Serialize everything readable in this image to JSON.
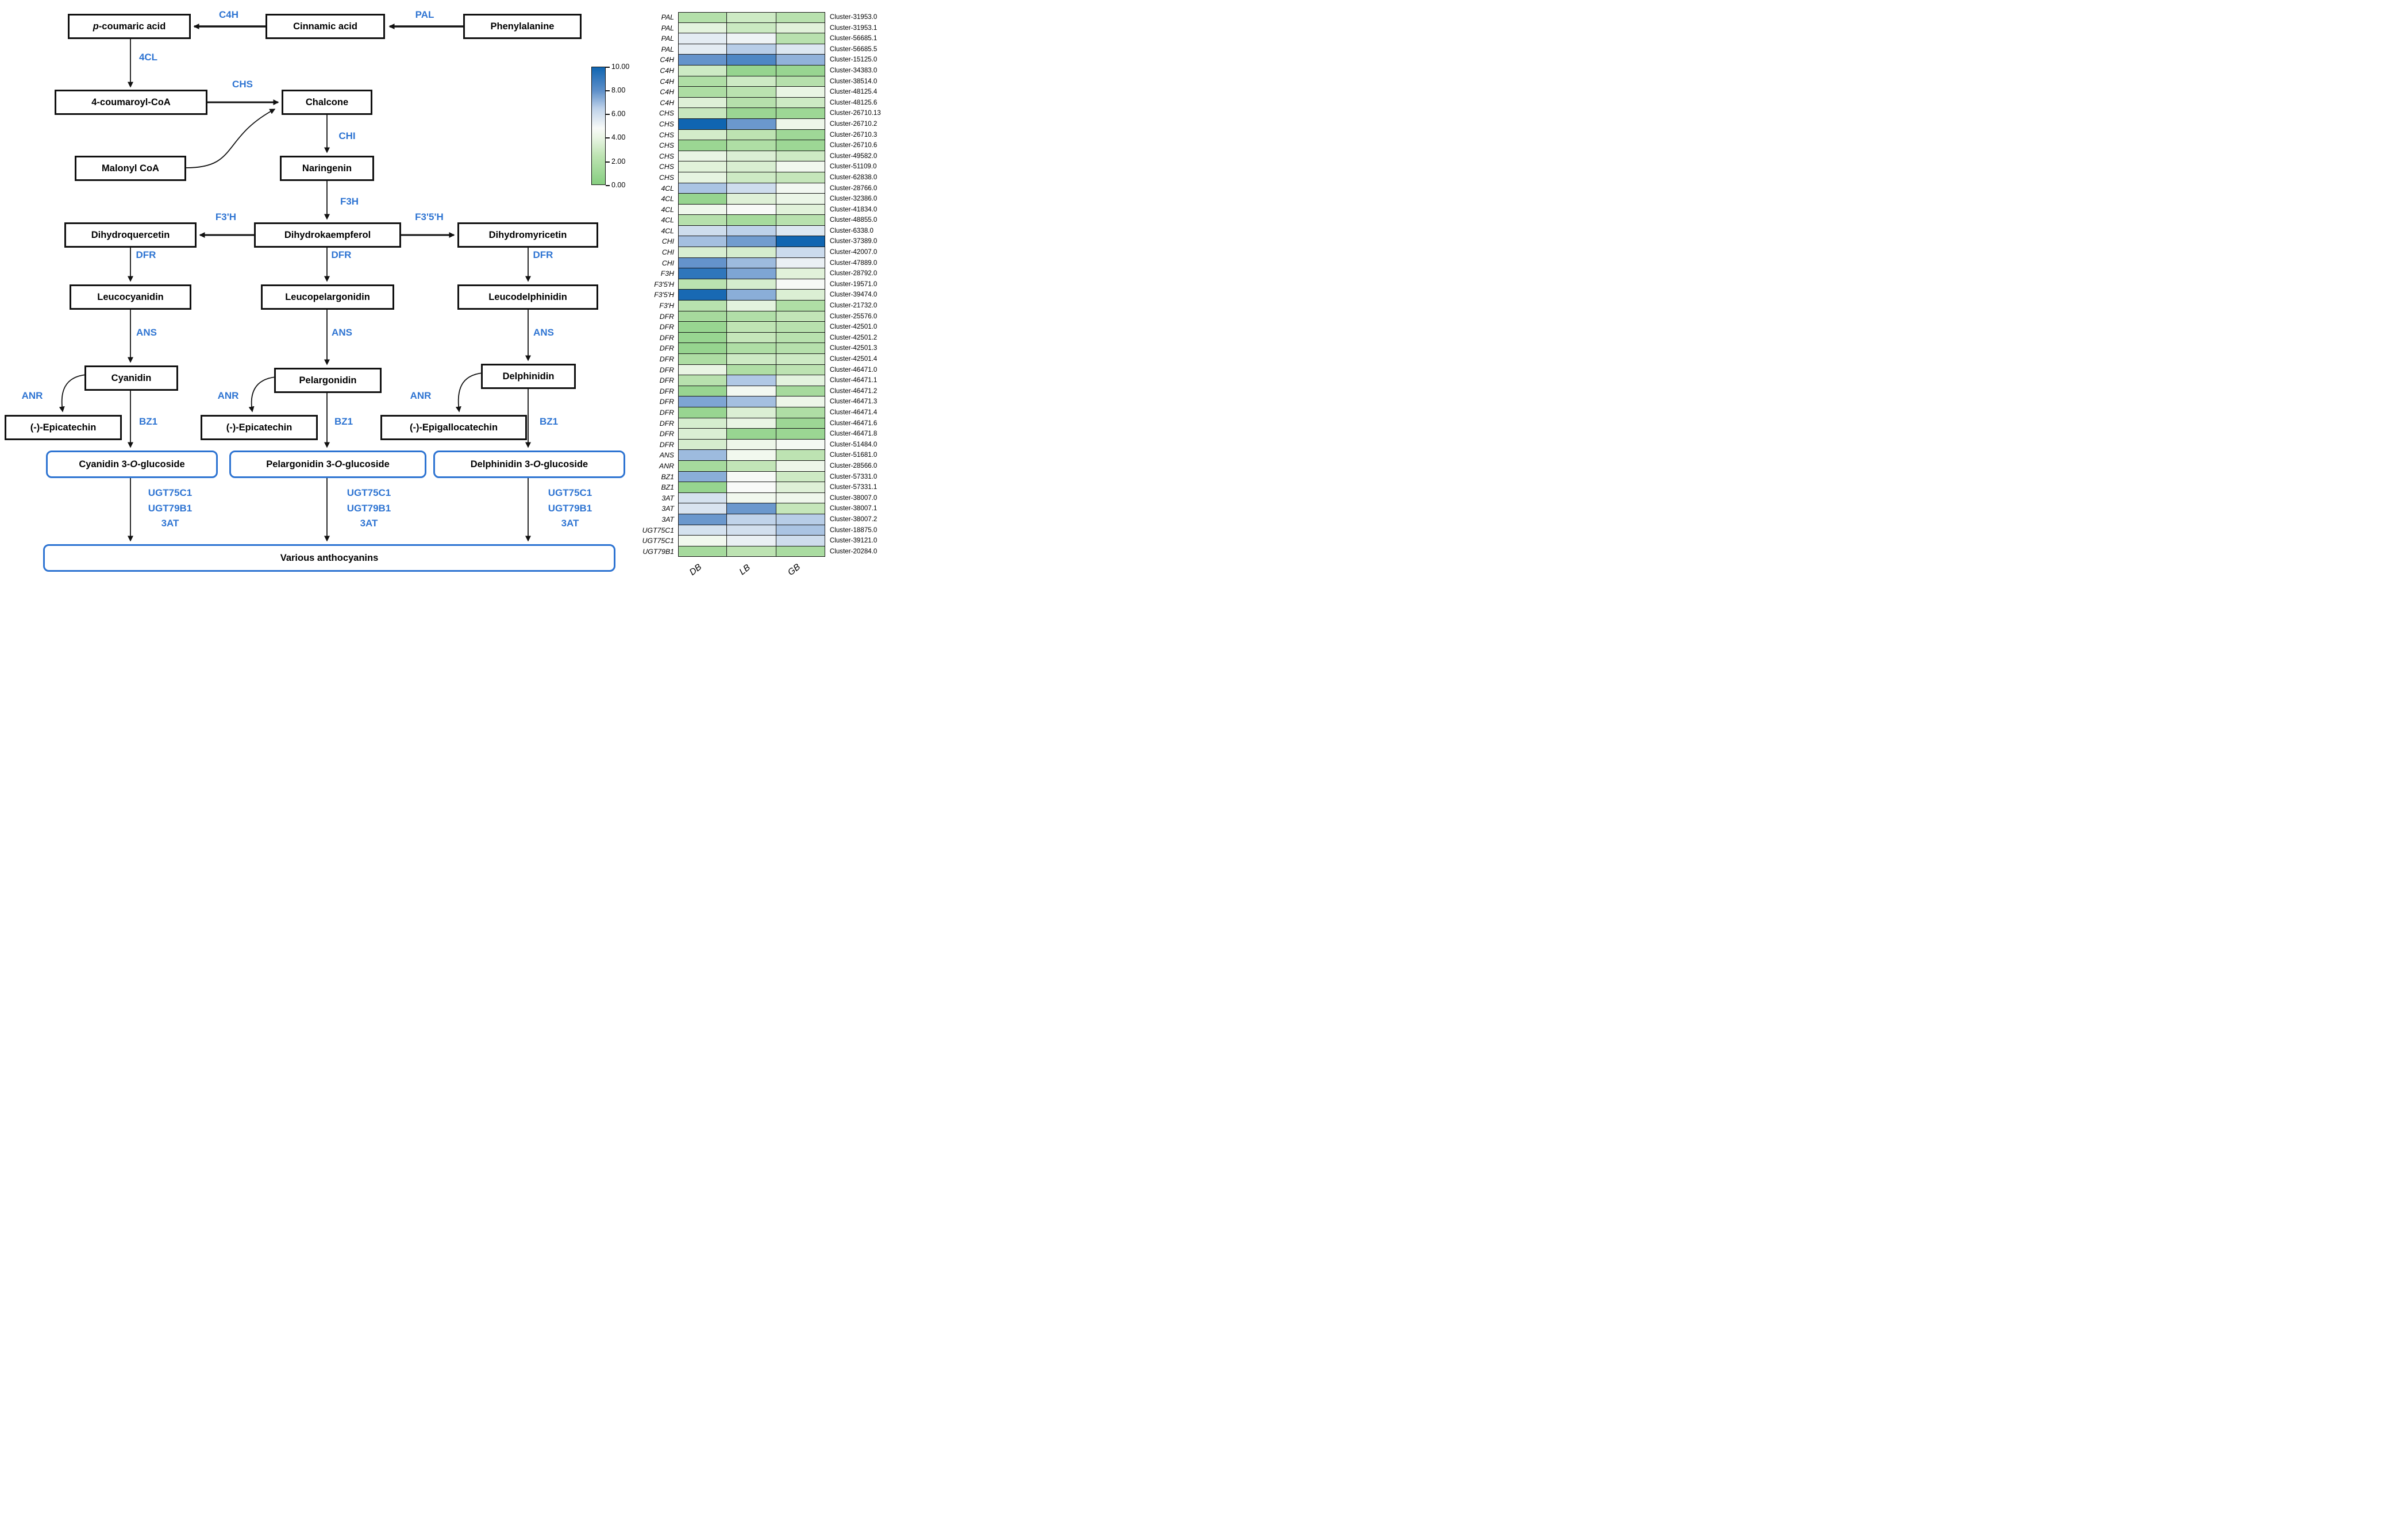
{
  "colors": {
    "enzyme_blue": "#2e74d2",
    "glucoside_box_border": "#2e74d2",
    "box_border": "#111111",
    "heatmap_low_green": "#86ce80",
    "heatmap_mid_white": "#f8faf8",
    "heatmap_high_blue": "#1065b1"
  },
  "pathway": {
    "nodes": {
      "phenylalanine": "Phenylalanine",
      "cinnamic_acid": "Cinnamic acid",
      "p_coumaric_acid": {
        "p": "p",
        "rest": "-coumaric acid"
      },
      "coumaroyl_coa": "4-coumaroyl-CoA",
      "chalcone": "Chalcone",
      "malonyl_coa": "Malonyl CoA",
      "naringenin": "Naringenin",
      "dihydroquercetin": "Dihydroquercetin",
      "dihydrokaempferol": "Dihydrokaempferol",
      "dihydromyricetin": "Dihydromyricetin",
      "leucocyanidin": "Leucocyanidin",
      "leucopelargonidin": "Leucopelargonidin",
      "leucodelphinidin": "Leucodelphinidin",
      "cyanidin": "Cyanidin",
      "pelargonidin": "Pelargonidin",
      "delphinidin": "Delphinidin",
      "epicatechin_1": "(-)-Epicatechin",
      "epicatechin_2": "(-)-Epicatechin",
      "epigallocatechin": "(-)-Epigallocatechin",
      "cyanidin_glucoside": {
        "prefix": "Cyanidin 3-",
        "o": "O",
        "suffix": "-glucoside"
      },
      "pelargonidin_glucoside": {
        "prefix": "Pelargonidin 3-",
        "o": "O",
        "suffix": "-glucoside"
      },
      "delphinidin_glucoside": {
        "prefix": "Delphinidin 3-",
        "o": "O",
        "suffix": "-glucoside"
      },
      "various_anthocyanins": "Various anthocyanins"
    },
    "enzymes": {
      "pal": "PAL",
      "c4h": "C4H",
      "cl4": "4CL",
      "chs": "CHS",
      "chi": "CHI",
      "f3h": "F3H",
      "f3ph": "F3'H",
      "f35h": "F3'5'H",
      "dfr": "DFR",
      "ans": "ANS",
      "anr": "ANR",
      "bz1": "BZ1",
      "ugt_stack": [
        "UGT75C1",
        "UGT79B1",
        "3AT"
      ]
    }
  },
  "chart_data": {
    "type": "heatmap",
    "columns": [
      "DB",
      "LB",
      "GB"
    ],
    "colorbar": {
      "min": 0,
      "max": 10,
      "ticks": [
        "10.00",
        "8.00",
        "6.00",
        "4.00",
        "2.00",
        "0.00"
      ],
      "colormap": "green(0) -> white(~4.8) -> blue(10)",
      "position": "left of heatmap, vertical"
    },
    "rows": [
      {
        "gene": "PAL",
        "cluster": "Cluster-31953.0",
        "values": [
          2.0,
          3.0,
          2.2
        ]
      },
      {
        "gene": "PAL",
        "cluster": "Cluster-31953.1",
        "values": [
          3.8,
          2.9,
          3.7
        ]
      },
      {
        "gene": "PAL",
        "cluster": "Cluster-56685.1",
        "values": [
          5.4,
          5.1,
          2.2
        ]
      },
      {
        "gene": "PAL",
        "cluster": "Cluster-56685.5",
        "values": [
          5.4,
          6.6,
          5.6
        ]
      },
      {
        "gene": "C4H",
        "cluster": "Cluster-15125.0",
        "values": [
          7.9,
          8.4,
          7.2
        ]
      },
      {
        "gene": "C4H",
        "cluster": "Cluster-34383.0",
        "values": [
          3.0,
          0.7,
          0.8
        ]
      },
      {
        "gene": "C4H",
        "cluster": "Cluster-38514.0",
        "values": [
          1.8,
          3.0,
          2.1
        ]
      },
      {
        "gene": "C4H",
        "cluster": "Cluster-48125.4",
        "values": [
          1.7,
          2.3,
          4.0
        ]
      },
      {
        "gene": "C4H",
        "cluster": "Cluster-48125.6",
        "values": [
          3.6,
          2.1,
          3.0
        ]
      },
      {
        "gene": "CHS",
        "cluster": "Cluster-26710.13",
        "values": [
          2.8,
          0.9,
          1.0
        ]
      },
      {
        "gene": "CHS",
        "cluster": "Cluster-26710.2",
        "values": [
          10.0,
          7.8,
          4.2
        ]
      },
      {
        "gene": "CHS",
        "cluster": "Cluster-26710.3",
        "values": [
          3.2,
          2.4,
          1.1
        ]
      },
      {
        "gene": "CHS",
        "cluster": "Cluster-26710.6",
        "values": [
          0.9,
          1.8,
          1.0
        ]
      },
      {
        "gene": "CHS",
        "cluster": "Cluster-49582.0",
        "values": [
          4.0,
          3.5,
          3.0
        ]
      },
      {
        "gene": "CHS",
        "cluster": "Cluster-51109.0",
        "values": [
          3.7,
          3.4,
          4.4
        ]
      },
      {
        "gene": "CHS",
        "cluster": "Cluster-62838.0",
        "values": [
          3.9,
          3.0,
          2.7
        ]
      },
      {
        "gene": "4CL",
        "cluster": "Cluster-28766.0",
        "values": [
          6.8,
          6.0,
          4.5
        ]
      },
      {
        "gene": "4CL",
        "cluster": "Cluster-32386.0",
        "values": [
          0.7,
          3.6,
          4.1
        ]
      },
      {
        "gene": "4CL",
        "cluster": "Cluster-41834.0",
        "values": [
          4.3,
          4.8,
          3.7
        ]
      },
      {
        "gene": "4CL",
        "cluster": "Cluster-48855.0",
        "values": [
          2.1,
          1.4,
          2.2
        ]
      },
      {
        "gene": "4CL",
        "cluster": "Cluster-6338.0",
        "values": [
          6.0,
          6.5,
          5.6
        ]
      },
      {
        "gene": "CHI",
        "cluster": "Cluster-37389.0",
        "values": [
          6.9,
          7.7,
          10.0
        ]
      },
      {
        "gene": "CHI",
        "cluster": "Cluster-42007.0",
        "values": [
          3.4,
          3.3,
          6.1
        ]
      },
      {
        "gene": "CHI",
        "cluster": "Cluster-47889.0",
        "values": [
          7.9,
          7.0,
          5.2
        ]
      },
      {
        "gene": "F3H",
        "cluster": "Cluster-28792.0",
        "values": [
          9.2,
          7.5,
          3.7
        ]
      },
      {
        "gene": "F3'5'H",
        "cluster": "Cluster-19571.0",
        "values": [
          2.3,
          3.3,
          4.7
        ]
      },
      {
        "gene": "F3'5'H",
        "cluster": "Cluster-39474.0",
        "values": [
          9.8,
          7.3,
          3.5
        ]
      },
      {
        "gene": "F3'H",
        "cluster": "Cluster-21732.0",
        "values": [
          2.2,
          3.8,
          1.8
        ]
      },
      {
        "gene": "DFR",
        "cluster": "Cluster-25576.0",
        "values": [
          1.4,
          1.9,
          2.6
        ]
      },
      {
        "gene": "DFR",
        "cluster": "Cluster-42501.0",
        "values": [
          0.8,
          2.5,
          2.2
        ]
      },
      {
        "gene": "DFR",
        "cluster": "Cluster-42501.2",
        "values": [
          0.8,
          2.7,
          2.2
        ]
      },
      {
        "gene": "DFR",
        "cluster": "Cluster-42501.3",
        "values": [
          0.7,
          1.8,
          2.1
        ]
      },
      {
        "gene": "DFR",
        "cluster": "Cluster-42501.4",
        "values": [
          1.7,
          3.0,
          3.0
        ]
      },
      {
        "gene": "DFR",
        "cluster": "Cluster-46471.0",
        "values": [
          4.0,
          1.8,
          2.4
        ]
      },
      {
        "gene": "DFR",
        "cluster": "Cluster-46471.1",
        "values": [
          2.2,
          6.7,
          3.8
        ]
      },
      {
        "gene": "DFR",
        "cluster": "Cluster-46471.2",
        "values": [
          0.8,
          4.5,
          1.4
        ]
      },
      {
        "gene": "DFR",
        "cluster": "Cluster-46471.3",
        "values": [
          7.5,
          6.9,
          4.2
        ]
      },
      {
        "gene": "DFR",
        "cluster": "Cluster-46471.4",
        "values": [
          0.8,
          3.5,
          1.8
        ]
      },
      {
        "gene": "DFR",
        "cluster": "Cluster-46471.6",
        "values": [
          3.3,
          4.0,
          1.0
        ]
      },
      {
        "gene": "DFR",
        "cluster": "Cluster-46471.8",
        "values": [
          3.5,
          0.8,
          0.9
        ]
      },
      {
        "gene": "DFR",
        "cluster": "Cluster-51484.0",
        "values": [
          3.3,
          4.2,
          4.6
        ]
      },
      {
        "gene": "ANS",
        "cluster": "Cluster-51681.0",
        "values": [
          7.0,
          4.4,
          2.4
        ]
      },
      {
        "gene": "ANR",
        "cluster": "Cluster-28566.0",
        "values": [
          1.4,
          2.6,
          4.2
        ]
      },
      {
        "gene": "BZ1",
        "cluster": "Cluster-57331.0",
        "values": [
          7.3,
          4.7,
          3.0
        ]
      },
      {
        "gene": "BZ1",
        "cluster": "Cluster-57331.1",
        "values": [
          0.7,
          4.8,
          3.6
        ]
      },
      {
        "gene": "3AT",
        "cluster": "Cluster-38007.0",
        "values": [
          5.8,
          4.4,
          4.3
        ]
      },
      {
        "gene": "3AT",
        "cluster": "Cluster-38007.1",
        "values": [
          5.7,
          7.8,
          2.7
        ]
      },
      {
        "gene": "3AT",
        "cluster": "Cluster-38007.2",
        "values": [
          7.8,
          6.4,
          6.6
        ]
      },
      {
        "gene": "UGT75C1",
        "cluster": "Cluster-18875.0",
        "values": [
          5.8,
          5.9,
          6.8
        ]
      },
      {
        "gene": "UGT75C1",
        "cluster": "Cluster-39121.0",
        "values": [
          4.4,
          5.2,
          6.0
        ]
      },
      {
        "gene": "UGT79B1",
        "cluster": "Cluster-20284.0",
        "values": [
          1.4,
          2.4,
          1.6
        ]
      }
    ]
  }
}
